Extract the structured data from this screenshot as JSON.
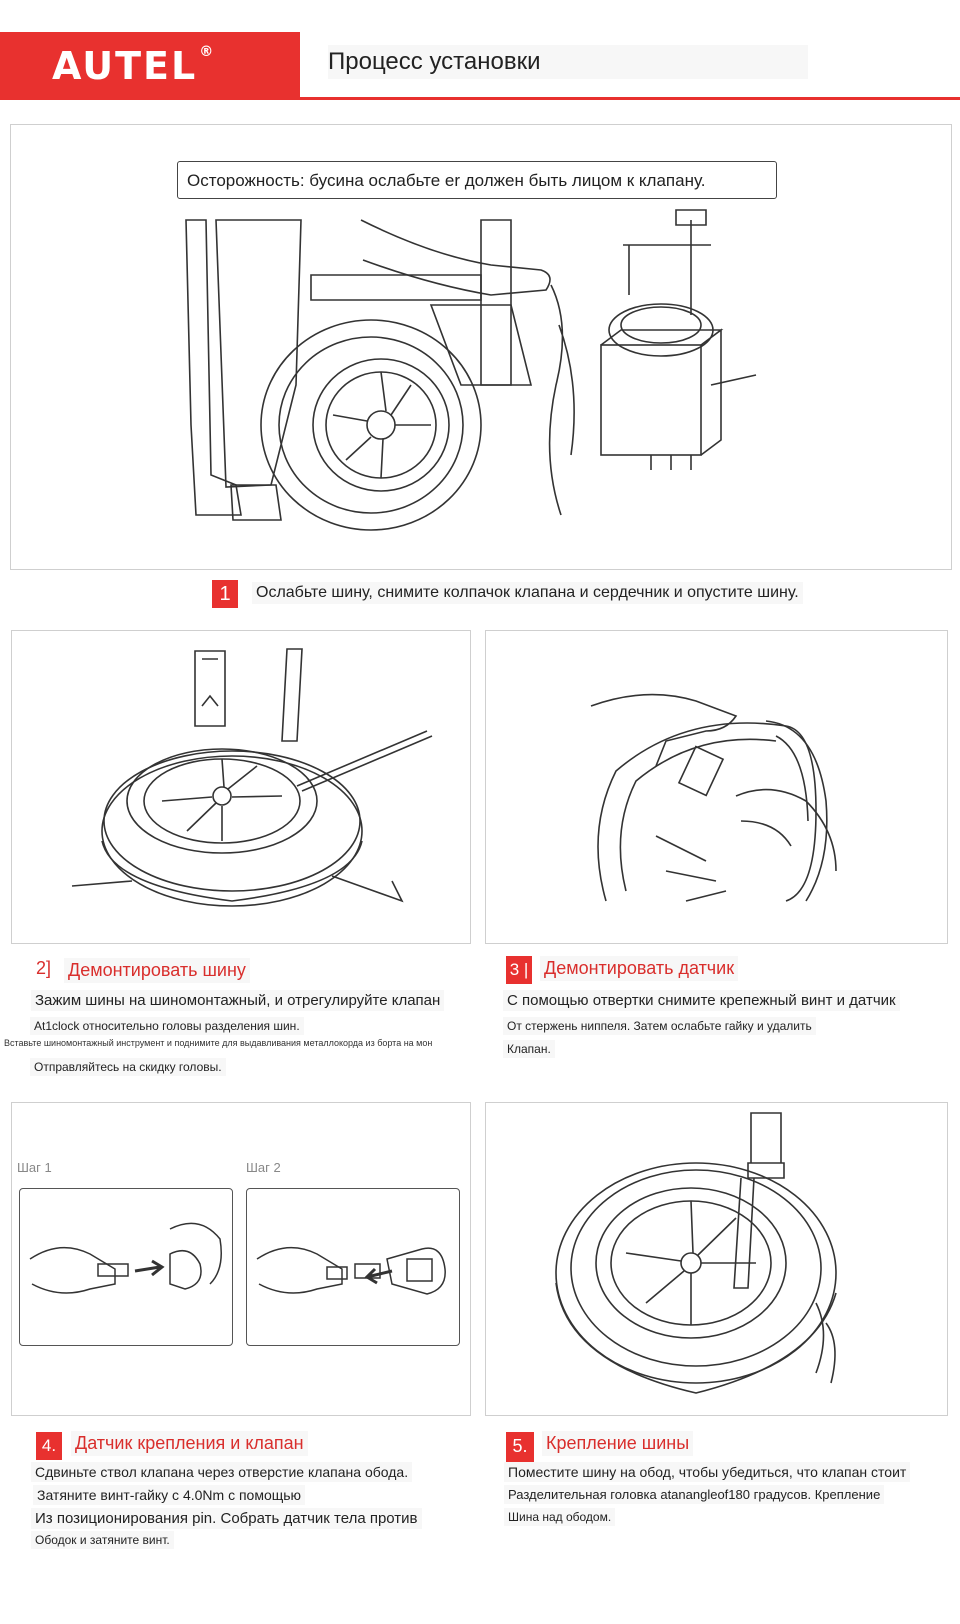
{
  "header": {
    "brand": "AUTEL",
    "reg_mark": "®",
    "title": "Процесс установки"
  },
  "step1": {
    "caution": "Осторожность: бусина ослабьте er должен быть лицом к клапану.",
    "number": "1",
    "text": "Ослабьте шину, снимите колпачок клапана и сердечник и опустите шину."
  },
  "step2": {
    "number": "2]",
    "title": "Демонтировать шину",
    "lines": [
      "Зажим шины на шиномонтажный, и отрегулируйте клапан",
      "At1clock относительно головы разделения шин.",
      "Вставьте шиномонтажный инструмент и поднимите для выдавливания металлокорда из борта на мон",
      "Отправляйтесь на скидку головы."
    ]
  },
  "step3": {
    "number": "3 |",
    "title": "Демонтировать датчик",
    "lines": [
      "С помощью отвертки снимите крепежный винт и датчик",
      "От стержень ниппеля. Затем ослабьте гайку и удалить",
      "Клапан."
    ]
  },
  "step4": {
    "number": "4.",
    "title": "Датчик крепления и клапан",
    "sub1": "Шаг 1",
    "sub2": "Шаг 2",
    "lines": [
      "Сдвиньте ствол клапана через отверстие клапана обода.",
      "Затяните винт-гайку с 4.0Nm с помощью",
      "Из позиционирования pin. Собрать датчик тела против",
      "Ободок и затяните винт."
    ]
  },
  "step5": {
    "number": "5.",
    "title": "Крепление шины",
    "lines": [
      "Поместите шину на обод, чтобы убедиться, что клапан стоит",
      "Разделительная головка atanangleof180 градусов. Крепление",
      "Шина над ободом."
    ]
  },
  "colors": {
    "accent": "#e8312f",
    "title_red": "#d92e2c",
    "border": "#cfcfcf"
  }
}
